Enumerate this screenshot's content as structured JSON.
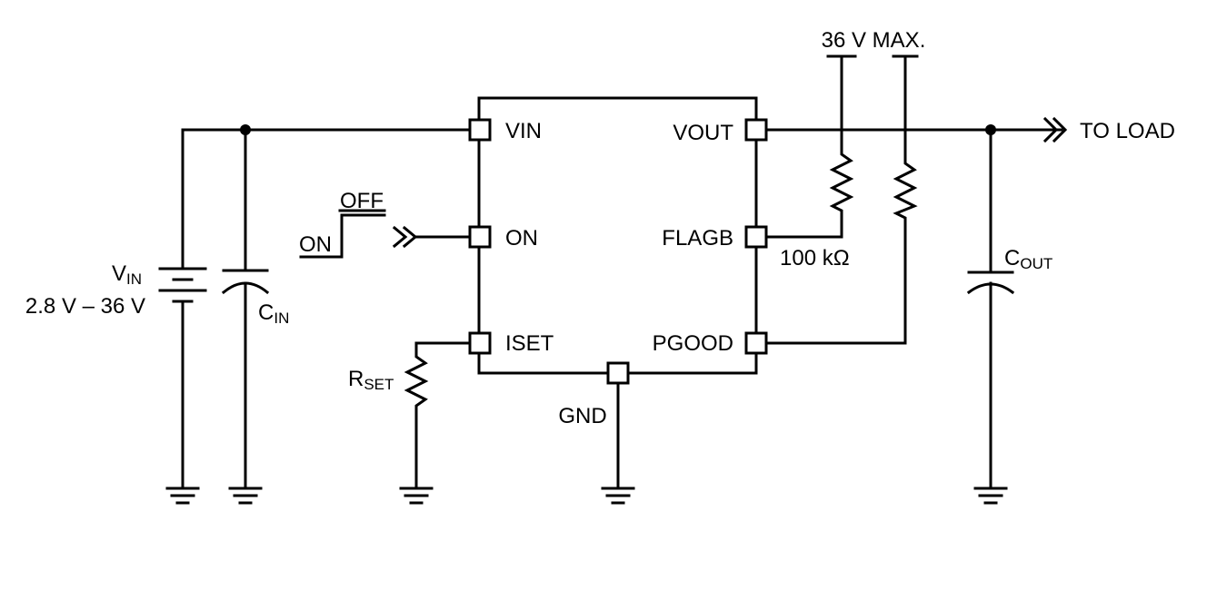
{
  "diagram": {
    "top_label": "36 V MAX.",
    "load_label": "TO LOAD",
    "pins": {
      "vin": "VIN",
      "on": "ON",
      "iset": "ISET",
      "vout": "VOUT",
      "flagb": "FLAGB",
      "pgood": "PGOOD",
      "gnd": "GND"
    },
    "switch": {
      "off_label": "OFF",
      "on_label": "ON"
    },
    "source": {
      "main": "V",
      "sub": "IN",
      "range": "2.8 V – 36 V"
    },
    "cin": {
      "main": "C",
      "sub": "IN"
    },
    "cout": {
      "main": "C",
      "sub": "OUT"
    },
    "rset": {
      "main": "R",
      "sub": "SET"
    },
    "pullup_value": "100 kΩ"
  }
}
